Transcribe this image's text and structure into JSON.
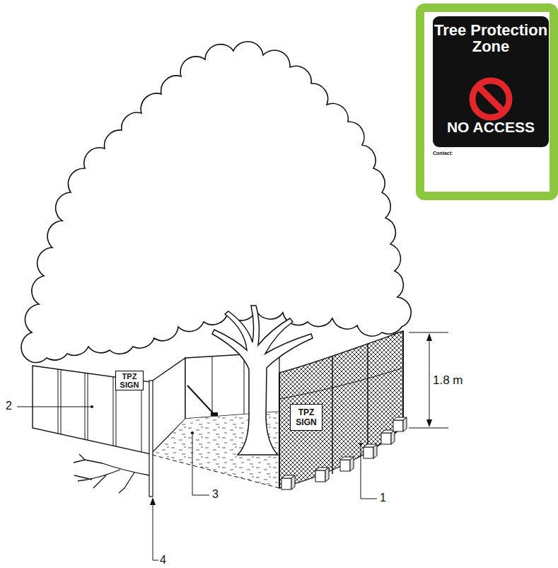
{
  "diagram": {
    "nodes": [
      {
        "text": [
          "Contact:"
        ]
      },
      {
        "text": [
          "Tree Protection Zone",
          "NO ACCESS"
        ],
        "in": 0
      },
      {
        "text": [
          "TPZ SIGN"
        ]
      },
      {
        "text": [
          "TPZ SIGN"
        ]
      }
    ],
    "labels": [
      "1.8 m",
      "2",
      "3",
      "1",
      "4"
    ]
  }
}
